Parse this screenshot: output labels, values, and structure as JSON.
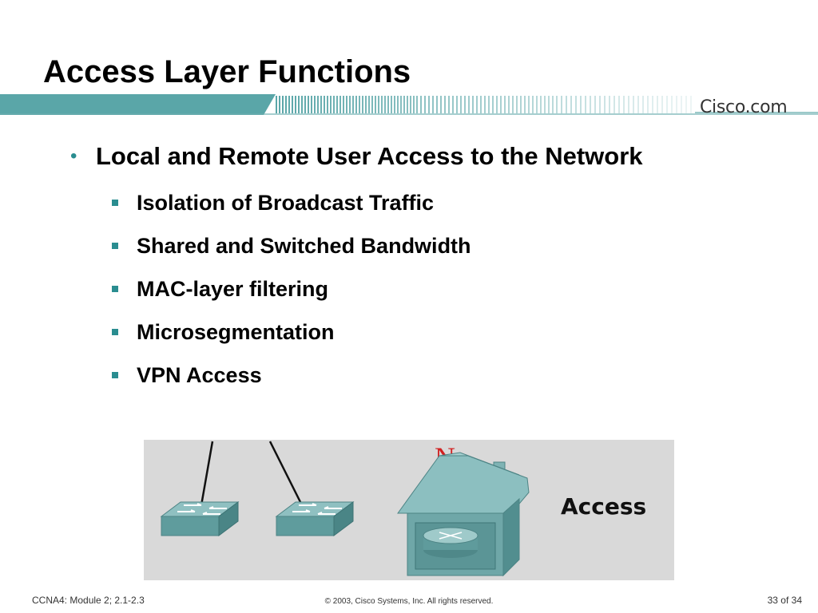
{
  "slide": {
    "title": "Access Layer Functions",
    "logo_text": "Cisco.com",
    "bullet": "Local and Remote User Access to the Network",
    "sub_bullets": [
      "Isolation of Broadcast Traffic",
      "Shared and Switched Bandwidth",
      "MAC-layer filtering",
      "Microsegmentation",
      "VPN Access"
    ],
    "figure_label": "Access",
    "figure_mark": "N"
  },
  "footer": {
    "left": "CCNA4: Module 2; 2.1-2.3",
    "center": "© 2003, Cisco Systems, Inc. All rights reserved.",
    "page": "33 of 34"
  },
  "colors": {
    "accent": "#2a8d90",
    "banner": "#4a9ea0",
    "device": "#6fa7a8",
    "figure_bg": "#d9d9d9"
  }
}
